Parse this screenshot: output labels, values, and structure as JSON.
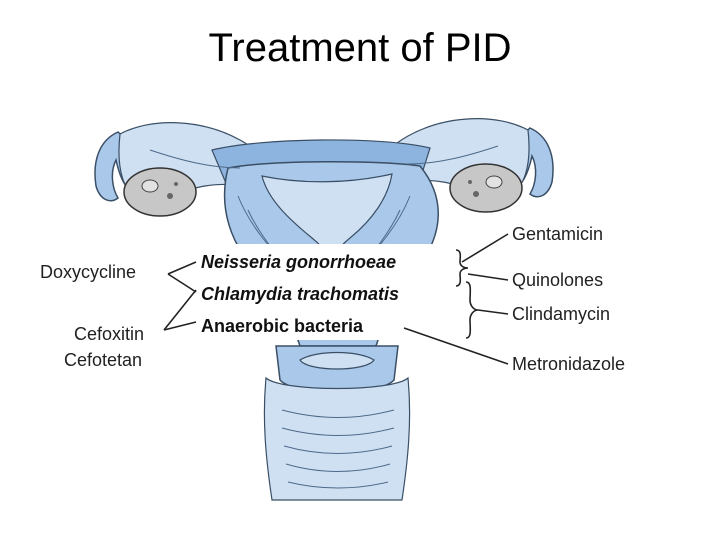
{
  "title": "Treatment of PID",
  "organisms": {
    "neisseria": "Neisseria gonorrhoeae",
    "chlamydia": "Chlamydia trachomatis",
    "anaerobic": "Anaerobic bacteria"
  },
  "drugs_left": {
    "doxycycline": "Doxycycline",
    "cefoxitin": "Cefoxitin",
    "cefotetan": "Cefotetan"
  },
  "drugs_right": {
    "gentamicin": "Gentamicin",
    "quinolones": "Quinolones",
    "clindamycin": "Clindamycin",
    "metronidazole": "Metronidazole"
  },
  "colors": {
    "tissue": "#a9c8ea",
    "tissue_light": "#cfe0f2",
    "ovary": "#c7c7c7",
    "text": "#111111"
  }
}
